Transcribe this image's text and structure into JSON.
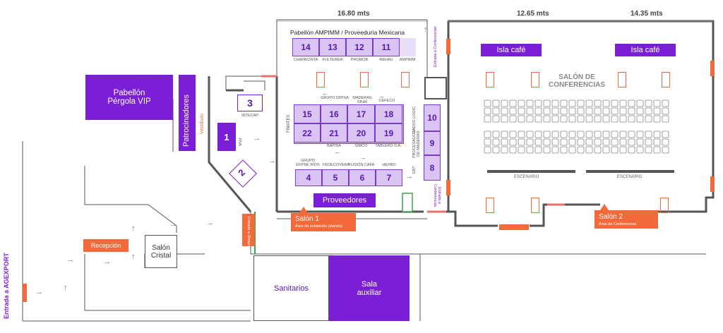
{
  "dimensions": {
    "a": "16.80 mts",
    "b": "12.65 mts",
    "c": "14.35 mts"
  },
  "pavilion": {
    "title": "Pabellón AMPIMM / Proveeduría Mexicana"
  },
  "booths_top": [
    {
      "num": "14",
      "sub": "CHAPACINTA"
    },
    {
      "num": "13",
      "sub": "FULTERER"
    },
    {
      "num": "12",
      "sub": "PROMOB"
    },
    {
      "num": "11",
      "sub": "REHAU"
    }
  ],
  "ampimm": "AMPIMM",
  "booths_mid_top": [
    {
      "num": "15"
    },
    {
      "num": "16"
    },
    {
      "num": "17"
    },
    {
      "num": "18"
    }
  ],
  "booths_mid_top_labels": [
    "GRUPO DIPISA",
    "MADERAS SINAÍ",
    "CEFECO"
  ],
  "booths_mid_bottom": [
    {
      "num": "22"
    },
    {
      "num": "21"
    },
    {
      "num": "20"
    },
    {
      "num": "19"
    }
  ],
  "booths_mid_bottom_labels": [
    "BAPISA",
    "SIMCO",
    "TABLERO S.A."
  ],
  "fimatex": "FIMATEX",
  "booths_bottom": [
    {
      "num": "4",
      "sub": "GRUPO ENTRE RÍOS"
    },
    {
      "num": "5",
      "sub": "FEDECOVERA"
    },
    {
      "num": "6",
      "sub": "FUSIÓN CAFA"
    },
    {
      "num": "7",
      "sub": "HEXBO"
    }
  ],
  "booths_side": [
    {
      "num": "10",
      "sub": "DADOS LOGIC"
    },
    {
      "num": "9",
      "sub": "PROCESADORA DE MADERAS"
    },
    {
      "num": "8",
      "sub": "EBT"
    }
  ],
  "booth_3": {
    "num": "3",
    "sub": "INTECAP"
  },
  "booth_1": {
    "num": "1",
    "sub": "RVA"
  },
  "booth_2": {
    "num": "2"
  },
  "proveedores": "Proveedores",
  "salon1": {
    "title": "Salón 1",
    "sub": "Área de exhibición (stands)"
  },
  "salon2": {
    "title": "Salón 2",
    "sub": "Área de Conferencias"
  },
  "isla_cafe_1": "Isla café",
  "isla_cafe_2": "Isla café",
  "salon_conferencias": "SALÓN DE CONFERENCIAS",
  "escenario_1": "ESCENARIO",
  "escenario_2": "ESCENARIO",
  "entrada_conferencias_top": "Entrada a Conferencias",
  "entrada_conferencias_side": "Entrada a Conferencias",
  "pergola": "Pabellón Pérgola VIP",
  "patrocinadores": "Patrocinadores",
  "vestibulo": "Vestíbulo",
  "entrada_showroom": "Entrada a Showroom",
  "recepcion": "Recepción",
  "salon_cristal": "Salón Cristal",
  "sanitarios": "Sanitarios",
  "sala_auxiliar": "Sala auxiliar",
  "entrada_agexport": "Entrada a AGEXPORT",
  "colors": {
    "purple": "#7a1fd6",
    "light_purple": "#d9c4f3",
    "orange": "#f26a3a",
    "wall": "#555555"
  }
}
